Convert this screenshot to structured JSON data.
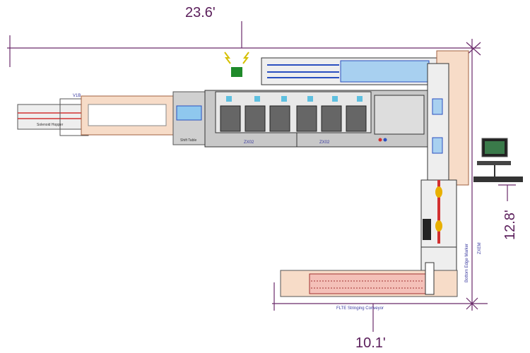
{
  "dimensions": {
    "width_label": "23.6'",
    "depth_label": "12.8'",
    "bottom_label": "10.1'"
  },
  "labels": {
    "hopper": "Solenoid Hopper",
    "table": "Shift Table",
    "zone_a": "ZX02",
    "zone_b": "ZX02",
    "marker": "Bottom Edge Marker",
    "zxem": "ZXEM",
    "conveyor": "FLTE Stringing Conveyor",
    "top_tag": "V1B"
  },
  "colors": {
    "dimension": "#6a2a6a",
    "frame": "#f7dcc8",
    "machine": "#b8b8b8",
    "belt": "#d23030",
    "accent": "#2a4fc0"
  }
}
